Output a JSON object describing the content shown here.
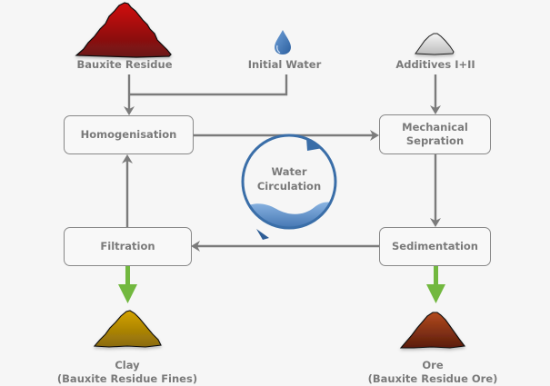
{
  "inputs": {
    "bauxite_residue": "Bauxite Residue",
    "initial_water": "Initial Water",
    "additives": "Additives I+II"
  },
  "steps": {
    "homogenisation": "Homogenisation",
    "mechanical_separation_line1": "Mechanical",
    "mechanical_separation_line2": "Sepration",
    "filtration": "Filtration",
    "sedimentation": "Sedimentation"
  },
  "water_circulation": {
    "line1": "Water",
    "line2": "Circulation"
  },
  "outputs": {
    "clay_line1": "Clay",
    "clay_line2": "(Bauxite Residue Fines)",
    "ore_line1": "Ore",
    "ore_line2": "(Bauxite Residue Ore)"
  },
  "colors": {
    "connector": "#7b7b7b",
    "output_arrow": "#72b83f",
    "water_blue": "#3a6ea8",
    "bauxite_red": "#b30f12",
    "clay_yellow": "#c89a08",
    "ore_brown": "#a4431c",
    "additives_grey": "#d8d8d8"
  }
}
